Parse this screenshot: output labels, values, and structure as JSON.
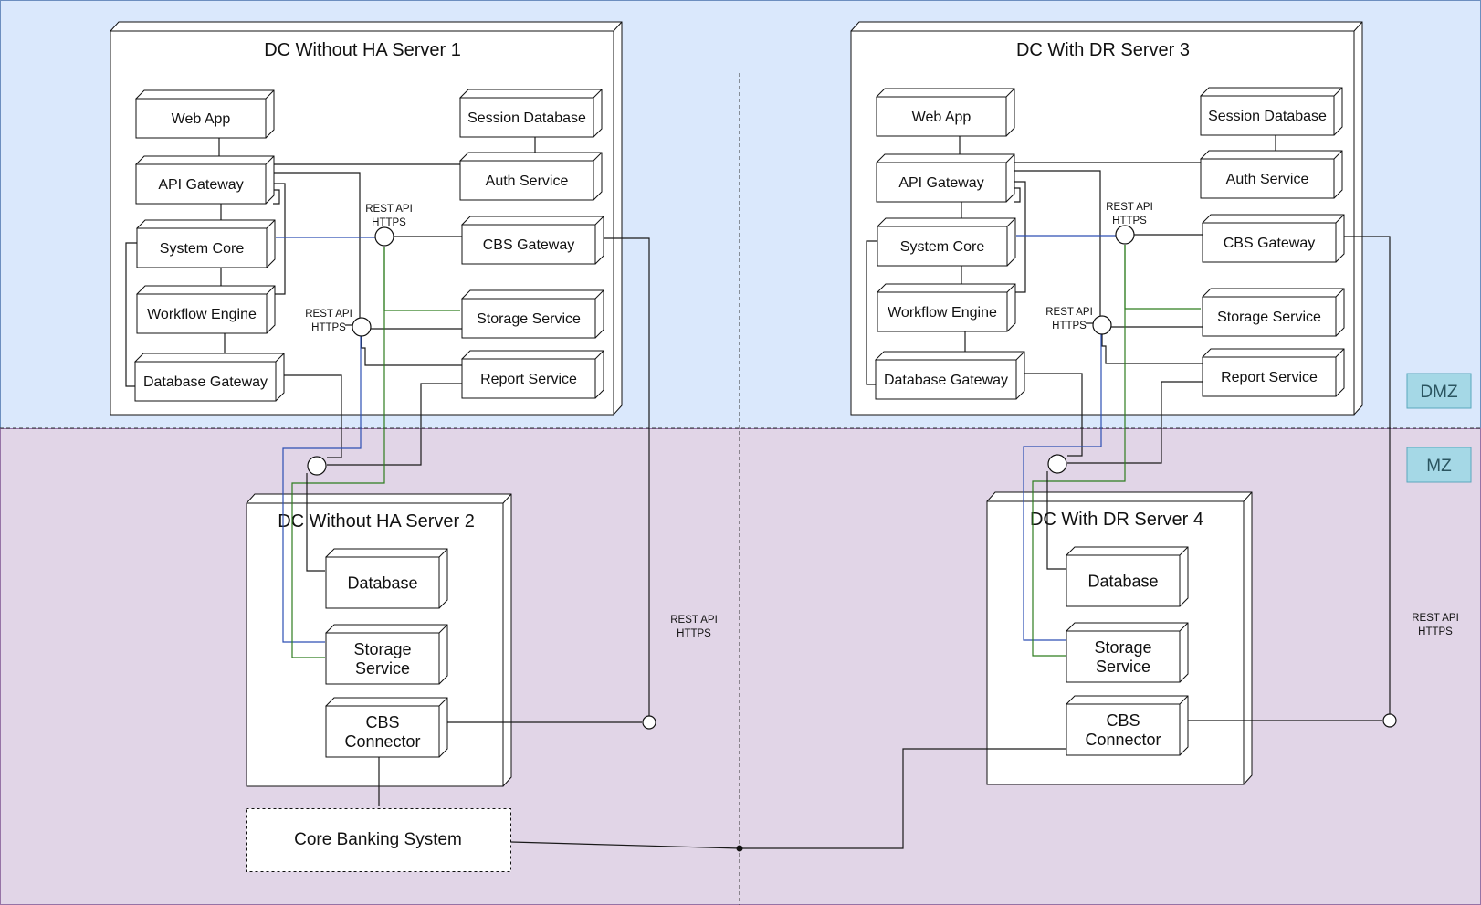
{
  "zones": {
    "dmz": {
      "label": "DMZ",
      "fill": "#dae8fc",
      "stroke": "#6c8ebf"
    },
    "mz": {
      "label": "MZ",
      "fill": "#e1d5e7",
      "stroke": "#9673a6"
    },
    "tag_fill": "#a5d8e6"
  },
  "colors": {
    "blue_line": "#2d4fb3",
    "green_line": "#2e7d1f",
    "black_line": "#1a1a1a"
  },
  "servers": {
    "s1": {
      "title": "DC Without HA Server 1"
    },
    "s2": {
      "title": "DC Without HA Server 2"
    },
    "s3": {
      "title": "DC With DR Server 3"
    },
    "s4": {
      "title": "DC With DR Server 4"
    }
  },
  "nodes": {
    "s1": {
      "web_app": "Web App",
      "api_gateway": "API Gateway",
      "system_core": "System Core",
      "workflow_engine": "Workflow Engine",
      "database_gateway": "Database Gateway",
      "session_database": "Session Database",
      "auth_service": "Auth Service",
      "cbs_gateway": "CBS Gateway",
      "storage_service": "Storage Service",
      "report_service": "Report Service"
    },
    "s3": {
      "web_app": "Web App",
      "api_gateway": "API Gateway",
      "system_core": "System Core",
      "workflow_engine": "Workflow Engine",
      "database_gateway": "Database Gateway",
      "session_database": "Session Database",
      "auth_service": "Auth Service",
      "cbs_gateway": "CBS Gateway",
      "storage_service": "Storage Service",
      "report_service": "Report Service"
    },
    "s2": {
      "database": "Database",
      "storage_service": [
        "Storage",
        "Service"
      ],
      "cbs_connector": [
        "CBS",
        "Connector"
      ]
    },
    "s4": {
      "database": "Database",
      "storage_service": [
        "Storage",
        "Service"
      ],
      "cbs_connector": [
        "CBS",
        "Connector"
      ]
    }
  },
  "interfaces": {
    "rest_api": "REST API",
    "https": "HTTPS"
  },
  "core_banking": "Core Banking System"
}
